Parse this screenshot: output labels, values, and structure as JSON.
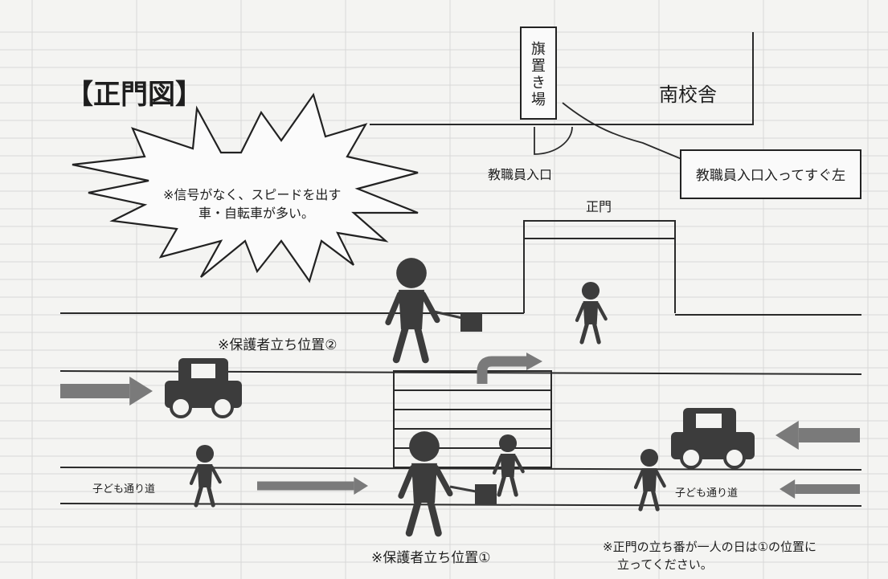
{
  "diagram": {
    "title": "【正門図】",
    "south_building": "南校舎",
    "flag_storage": "旗置き場",
    "staff_entrance": "教職員入口",
    "staff_entrance_note": "教職員入口入ってすぐ左",
    "main_gate": "正門",
    "warning_line1": "※信号がなく、スピードを出す",
    "warning_line2": "車・自転車が多い。",
    "guardian_position_2": "※保護者立ち位置②",
    "guardian_position_1": "※保護者立ち位置①",
    "child_path_left": "子ども通り道",
    "child_path_right": "子ども通り道",
    "note_line1": "※正門の立ち番が一人の日は①の位置に",
    "note_line2": "立ってください。"
  },
  "colors": {
    "figure": "#3c3c3c",
    "arrow": "#7a7a7a",
    "line": "#2a2a2a",
    "grid": "#d8d8d8"
  }
}
